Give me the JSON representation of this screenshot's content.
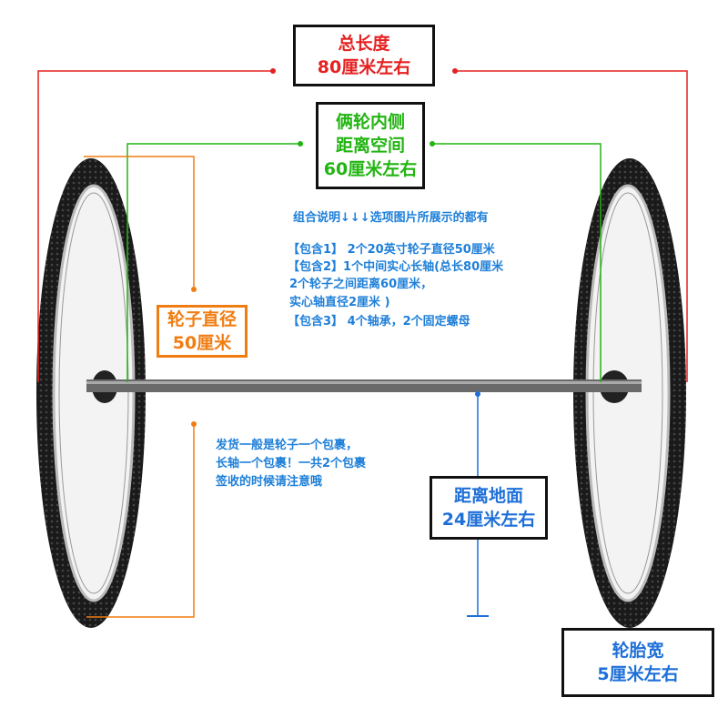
{
  "total_length": {
    "title": "总长度",
    "value": "80厘米左右",
    "color": "#e52121"
  },
  "inner_distance": {
    "line1": "俩轮内侧",
    "line2": "距离空间",
    "line3": "60厘米左右",
    "color": "#22b512"
  },
  "wheel_diameter": {
    "title": "轮子直径",
    "value": "50厘米",
    "color": "#f07d12"
  },
  "ground_clearance": {
    "title": "距离地面",
    "value": "24厘米左右",
    "color": "#1e6fd8"
  },
  "tire_width": {
    "title": "轮胎宽",
    "value": "5厘米左右",
    "color": "#1e6fd8"
  },
  "combo_info": {
    "heading": "组合说明↓↓↓选项图片所展示的都有",
    "lines": [
      "【包含1】   2个20英寸轮子直径50厘米",
      "【包含2】1个中间实心长轴(总长80厘米",
      " 2个轮子之间距离60厘米，",
      "  实心轴直径2厘米 )",
      "【包含3】 4个轴承，2个固定螺母"
    ]
  },
  "shipping_note": {
    "lines": [
      "发货一般是轮子一个包裹，",
      "长轴一个包裹！一共2个包裹",
      "签收的时候请注意哦"
    ]
  }
}
